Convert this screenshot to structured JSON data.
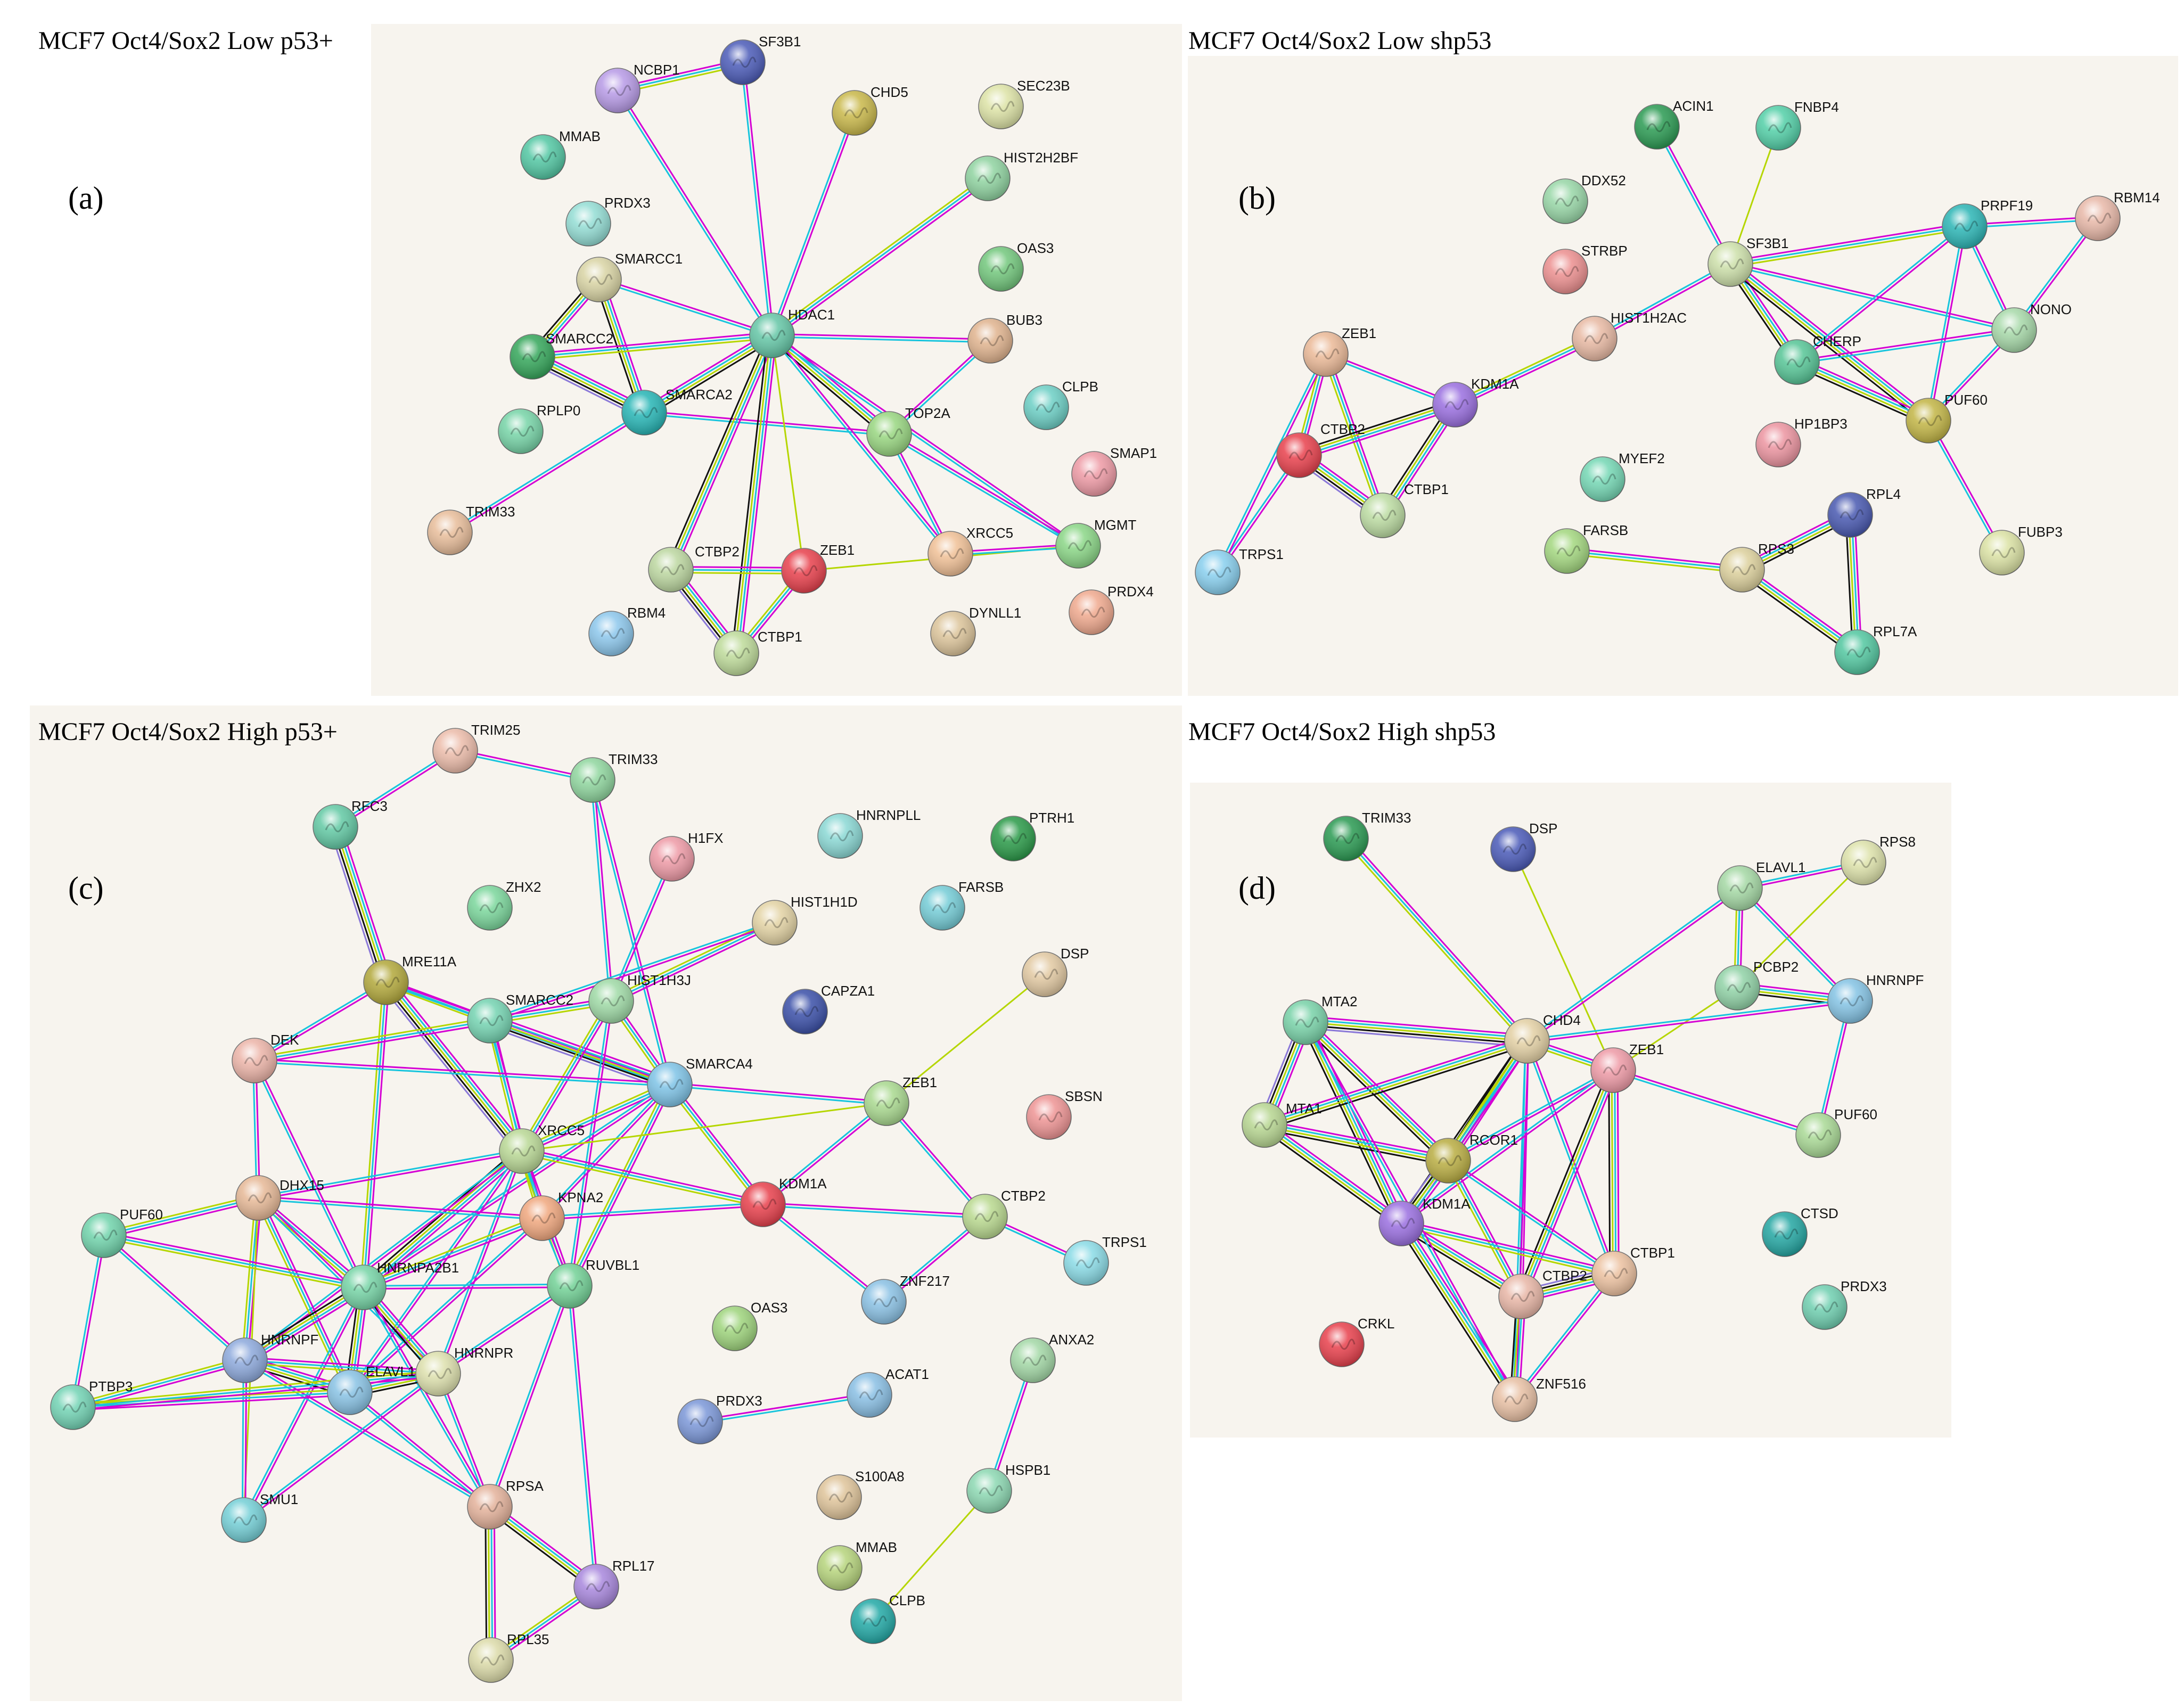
{
  "colors": {
    "neighborhood": "#2ca02c",
    "gene_fusion": "#d62728",
    "cooccurrence": "#1f46d6",
    "experiments": "#d400d4",
    "databases": "#18c4dd",
    "textmining": "#b5d600",
    "coexpression": "#111111",
    "homology": "#8b79d8",
    "panel_background": "#f7f4ee"
  },
  "panels": [
    {
      "id": "a",
      "caption": "MCF7 Oct4/Sox2 Low p53+",
      "letter": "(a)",
      "nodes": [
        {
          "label": "NCBP1",
          "color": "#b79ae6"
        },
        {
          "label": "SF3B1",
          "color": "#4b5bb8"
        },
        {
          "label": "CHD5",
          "color": "#c9b84a"
        },
        {
          "label": "SEC23B",
          "color": "#dde3a6"
        },
        {
          "label": "MMAB",
          "color": "#52c7a3"
        },
        {
          "label": "HIST2H2BF",
          "color": "#8fd3a0"
        },
        {
          "label": "PRDX3",
          "color": "#93ddd4"
        },
        {
          "label": "OAS3",
          "color": "#72c77c"
        },
        {
          "label": "SMARCC1",
          "color": "#d9d4a4"
        },
        {
          "label": "HDAC1",
          "color": "#64c6a6"
        },
        {
          "label": "BUB3",
          "color": "#e0b38e"
        },
        {
          "label": "SMARCC2",
          "color": "#34a65a"
        },
        {
          "label": "SMARCA2",
          "color": "#26b5b5"
        },
        {
          "label": "CLPB",
          "color": "#6ccfc5"
        },
        {
          "label": "RPLP0",
          "color": "#76d4a7"
        },
        {
          "label": "TOP2A",
          "color": "#98d680"
        },
        {
          "label": "SMAP1",
          "color": "#ee9aa5"
        },
        {
          "label": "TRIM33",
          "color": "#e8bd9a"
        },
        {
          "label": "XRCC5",
          "color": "#f0c096"
        },
        {
          "label": "MGMT",
          "color": "#8ad686"
        },
        {
          "label": "CTBP2",
          "color": "#bcd7a0"
        },
        {
          "label": "ZEB1",
          "color": "#e8404c"
        },
        {
          "label": "PRDX4",
          "color": "#f0a98e"
        },
        {
          "label": "RBM4",
          "color": "#8cc7ec"
        },
        {
          "label": "CTBP1",
          "color": "#bedb9a"
        },
        {
          "label": "DYNLL1",
          "color": "#dcc49a"
        }
      ]
    },
    {
      "id": "b",
      "caption": "MCF7 Oct4/Sox2 Low shp53",
      "letter": "(b)",
      "nodes": [
        {
          "label": "ACIN1",
          "color": "#2a9a52"
        },
        {
          "label": "FNBP4",
          "color": "#52cfa7"
        },
        {
          "label": "DDX52",
          "color": "#98d7a7"
        },
        {
          "label": "RBM14",
          "color": "#e8b8a8"
        },
        {
          "label": "PRPF19",
          "color": "#2bb5b5"
        },
        {
          "label": "STRBP",
          "color": "#ec8f8f"
        },
        {
          "label": "SF3B1",
          "color": "#cde0aa"
        },
        {
          "label": "HIST1H2AC",
          "color": "#e8b9a3"
        },
        {
          "label": "NONO",
          "color": "#a7d9a9"
        },
        {
          "label": "ZEB1",
          "color": "#ebb997"
        },
        {
          "label": "CHERP",
          "color": "#56c596"
        },
        {
          "label": "KDM1A",
          "color": "#9a6fe0"
        },
        {
          "label": "PUF60",
          "color": "#c2b545"
        },
        {
          "label": "CTBP2",
          "color": "#e8404c"
        },
        {
          "label": "HP1BP3",
          "color": "#ec94a0"
        },
        {
          "label": "MYEF2",
          "color": "#74d7b4"
        },
        {
          "label": "CTBP1",
          "color": "#bcdca2"
        },
        {
          "label": "RPL4",
          "color": "#4858b0"
        },
        {
          "label": "FARSB",
          "color": "#a3d77f"
        },
        {
          "label": "TRPS1",
          "color": "#88cfee"
        },
        {
          "label": "RPS3",
          "color": "#dcd09c"
        },
        {
          "label": "FUBP3",
          "color": "#dbe2a4"
        },
        {
          "label": "RPL7A",
          "color": "#52c7a0"
        }
      ]
    },
    {
      "id": "c",
      "caption": "MCF7 Oct4/Sox2 High p53+",
      "letter": "(c)",
      "nodes": [
        {
          "label": "TRIM25",
          "color": "#ecbcaa"
        },
        {
          "label": "TRIM33",
          "color": "#8fd69e"
        },
        {
          "label": "RFC3",
          "color": "#62c9a4"
        },
        {
          "label": "HNRNPLL",
          "color": "#8ad8d4"
        },
        {
          "label": "PTRH1",
          "color": "#2a9a48"
        },
        {
          "label": "H1FX",
          "color": "#ee9aa6"
        },
        {
          "label": "FARSB",
          "color": "#74ccd6"
        },
        {
          "label": "ZHX2",
          "color": "#7ad69b"
        },
        {
          "label": "HIST1H1D",
          "color": "#e3d3a4"
        },
        {
          "label": "DSP",
          "color": "#e2c9a2"
        },
        {
          "label": "MRE11A",
          "color": "#b2a83b"
        },
        {
          "label": "SMARCC2",
          "color": "#74d3b1"
        },
        {
          "label": "HIST1H3J",
          "color": "#9fdaa6"
        },
        {
          "label": "CAPZA1",
          "color": "#3a4fa8"
        },
        {
          "label": "DEK",
          "color": "#ecb4a8"
        },
        {
          "label": "SMARCA4",
          "color": "#7ec3e6"
        },
        {
          "label": "SBSN",
          "color": "#ee9494"
        },
        {
          "label": "ZEB1",
          "color": "#a9d98f"
        },
        {
          "label": "XRCC5",
          "color": "#b9d895"
        },
        {
          "label": "DHX15",
          "color": "#e6b896"
        },
        {
          "label": "KPNA2",
          "color": "#f0a77e"
        },
        {
          "label": "KDM1A",
          "color": "#e8404c"
        },
        {
          "label": "CTBP2",
          "color": "#b9d98f"
        },
        {
          "label": "PUF60",
          "color": "#70d3ab"
        },
        {
          "label": "TRPS1",
          "color": "#8adbe6"
        },
        {
          "label": "HNRNPA2B1",
          "color": "#76d4a6"
        },
        {
          "label": "RUVBL1",
          "color": "#72d196"
        },
        {
          "label": "ZNF217",
          "color": "#8ac1e4"
        },
        {
          "label": "OAS3",
          "color": "#9ed47c"
        },
        {
          "label": "HNRNPF",
          "color": "#8da9dc"
        },
        {
          "label": "ELAVL1",
          "color": "#88c2e4"
        },
        {
          "label": "HNRNPR",
          "color": "#dde0ad"
        },
        {
          "label": "ANXA2",
          "color": "#a3d8a6"
        },
        {
          "label": "PTBP3",
          "color": "#72d3b4"
        },
        {
          "label": "ACAT1",
          "color": "#89bfe4"
        },
        {
          "label": "PRDX3",
          "color": "#7b97d8"
        },
        {
          "label": "S100A8",
          "color": "#dfc49a"
        },
        {
          "label": "HSPB1",
          "color": "#8cd8b2"
        },
        {
          "label": "SMU1",
          "color": "#74cfd6"
        },
        {
          "label": "RPSA",
          "color": "#e3b19a"
        },
        {
          "label": "MMAB",
          "color": "#b6d47c"
        },
        {
          "label": "RPL17",
          "color": "#a887dd"
        },
        {
          "label": "CLPB",
          "color": "#22a9a6"
        },
        {
          "label": "RPL35",
          "color": "#dcdba9"
        }
      ]
    },
    {
      "id": "d",
      "caption": "MCF7 Oct4/Sox2 High shp53",
      "letter": "(d)",
      "nodes": [
        {
          "label": "TRIM33",
          "color": "#2a9a52"
        },
        {
          "label": "DSP",
          "color": "#4a5ab8"
        },
        {
          "label": "RPS8",
          "color": "#dde2aa"
        },
        {
          "label": "ELAVL1",
          "color": "#a4d8a4"
        },
        {
          "label": "PCBP2",
          "color": "#90d2a6"
        },
        {
          "label": "HNRNPF",
          "color": "#84c3e4"
        },
        {
          "label": "MTA2",
          "color": "#78d2a8"
        },
        {
          "label": "CHD4",
          "color": "#e3d0a4"
        },
        {
          "label": "ZEB1",
          "color": "#ee9aa6"
        },
        {
          "label": "MTA1",
          "color": "#b7d691"
        },
        {
          "label": "PUF60",
          "color": "#a9d995"
        },
        {
          "label": "RCOR1",
          "color": "#b9ad42"
        },
        {
          "label": "KDM1A",
          "color": "#9a6fe0"
        },
        {
          "label": "CTSD",
          "color": "#23a6a2"
        },
        {
          "label": "CTBP1",
          "color": "#ecc1a0"
        },
        {
          "label": "CTBP2",
          "color": "#e8b6a6"
        },
        {
          "label": "PRDX3",
          "color": "#6fcfb0"
        },
        {
          "label": "CRKL",
          "color": "#e8404c"
        },
        {
          "label": "ZNF516",
          "color": "#e8c0a4"
        }
      ]
    }
  ]
}
